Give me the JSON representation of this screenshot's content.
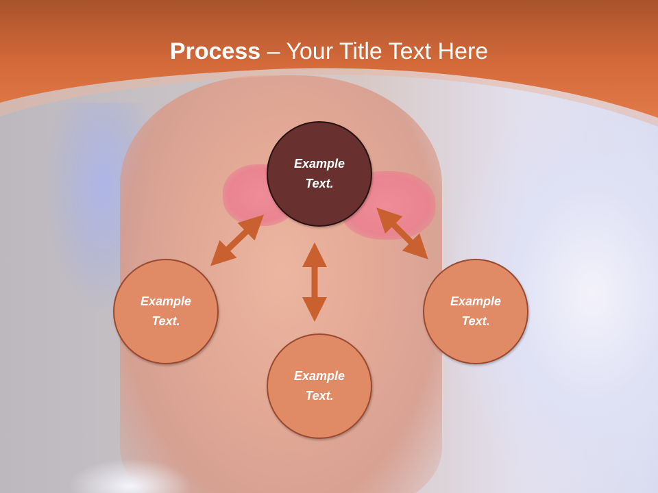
{
  "slide": {
    "title_bold": "Process",
    "title_rest": " – Your Title Text Here",
    "nodes": {
      "top": "Example Text.",
      "left": "Example Text.",
      "right": "Example Text.",
      "bottom": "Example Text."
    }
  },
  "colors": {
    "header_orange": "#d9703f",
    "node_dark": "#68302e",
    "node_light": "#e08a66",
    "arrow": "#c9602f"
  }
}
